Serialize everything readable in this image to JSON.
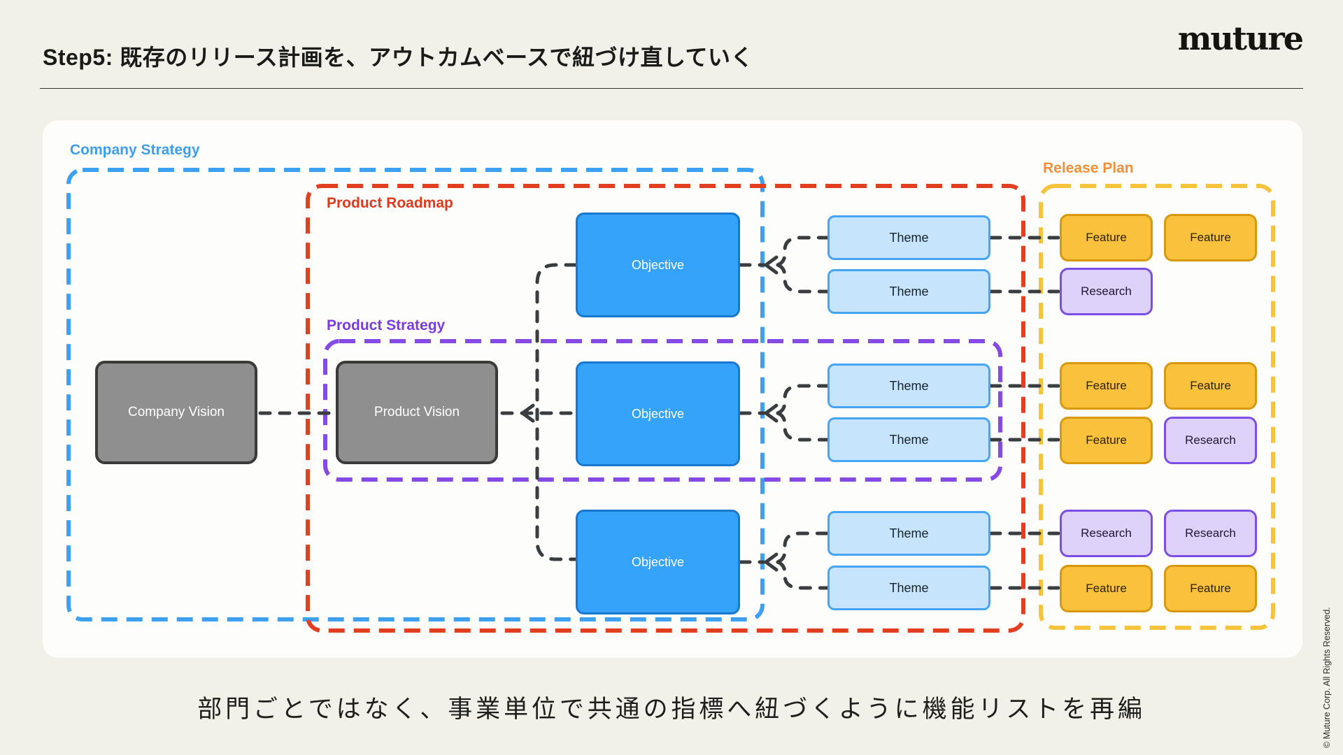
{
  "header": {
    "title": "Step5: 既存のリリース計画を、アウトカムベースで紐づけ直していく",
    "logo": "muture"
  },
  "regions": {
    "company_strategy": {
      "label": "Company Strategy",
      "label_color": "#3E9EEB",
      "border_color": "#3EA0F0"
    },
    "product_roadmap": {
      "label": "Product Roadmap",
      "label_color": "#E2391D",
      "border_color": "#E23F20"
    },
    "product_strategy": {
      "label": "Product Strategy",
      "label_color": "#7C3BE0",
      "border_color": "#8549E6"
    },
    "release_plan": {
      "label": "Release Plan",
      "label_color": "#F0913A",
      "border_color": "#F5C33C"
    }
  },
  "nodes": {
    "company_vision": {
      "label": "Company Vision",
      "fill": "#8F8F8F"
    },
    "product_vision": {
      "label": "Product Vision",
      "fill": "#8F8F8F"
    }
  },
  "objectives": [
    {
      "label": "Objective",
      "fill": "#34A3F9"
    },
    {
      "label": "Objective",
      "fill": "#34A3F9"
    },
    {
      "label": "Objective",
      "fill": "#34A3F9"
    }
  ],
  "themes": [
    {
      "label": "Theme"
    },
    {
      "label": "Theme"
    },
    {
      "label": "Theme"
    },
    {
      "label": "Theme"
    },
    {
      "label": "Theme"
    },
    {
      "label": "Theme"
    }
  ],
  "release_groups": [
    {
      "cells": [
        {
          "type": "feature",
          "label": "Feature"
        },
        {
          "type": "feature",
          "label": "Feature"
        },
        {
          "type": "research",
          "label": "Research"
        },
        null
      ]
    },
    {
      "cells": [
        {
          "type": "feature",
          "label": "Feature"
        },
        {
          "type": "feature",
          "label": "Feature"
        },
        {
          "type": "feature",
          "label": "Feature"
        },
        {
          "type": "research",
          "label": "Research"
        }
      ]
    },
    {
      "cells": [
        {
          "type": "research",
          "label": "Research"
        },
        {
          "type": "research",
          "label": "Research"
        },
        {
          "type": "feature",
          "label": "Feature"
        },
        {
          "type": "feature",
          "label": "Feature"
        }
      ]
    }
  ],
  "caption": "部門ごとではなく、事業単位で共通の指標へ紐づくように機能リストを再編",
  "copyright": "© Muture Corp. All Rights Reserved.",
  "colors": {
    "background": "#F1F0E9",
    "card": "#FDFDFB",
    "connector": "#3A3D40",
    "theme_fill": "#C6E5FD",
    "feature_fill": "#FAC13D",
    "research_fill": "#DFD2FA"
  }
}
